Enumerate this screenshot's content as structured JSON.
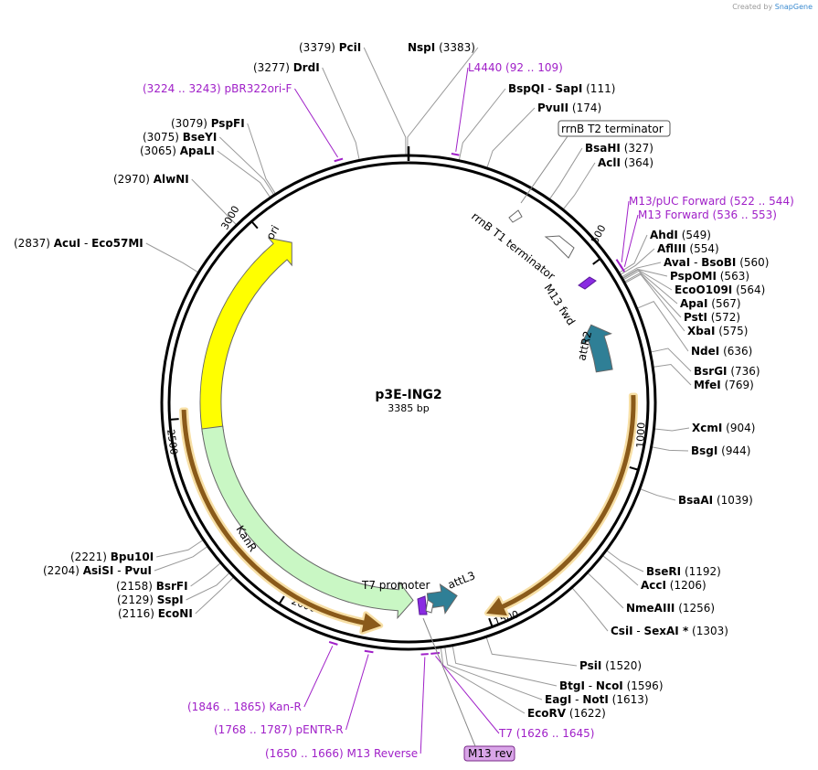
{
  "credit": {
    "prefix": "Created by",
    "brand": "SnapGene"
  },
  "plasmid": {
    "name": "p3E-ING2",
    "size_label": "3385 bp",
    "length": 3385
  },
  "ticks": [
    {
      "pos": 500,
      "label": "500"
    },
    {
      "pos": 1000,
      "label": "1000"
    },
    {
      "pos": 1500,
      "label": "1500"
    },
    {
      "pos": 2000,
      "label": "2000"
    },
    {
      "pos": 2500,
      "label": "2500"
    },
    {
      "pos": 3000,
      "label": "3000"
    }
  ],
  "sites": [
    {
      "pos": 3383,
      "parts": [
        {
          "t": "NspI",
          "b": true
        },
        {
          "t": "  (3383)",
          "b": false
        }
      ]
    },
    {
      "pos": 3379,
      "parts": [
        {
          "t": "(3379)  ",
          "b": false
        },
        {
          "t": "PciI",
          "b": true
        }
      ]
    },
    {
      "pos": 3277,
      "parts": [
        {
          "t": "(3277)  ",
          "b": false
        },
        {
          "t": "DrdI",
          "b": true
        }
      ]
    },
    {
      "pos": 111,
      "parts": [
        {
          "t": "BspQI",
          "b": true
        },
        {
          "t": "  -  ",
          "b": false
        },
        {
          "t": "SapI",
          "b": true
        },
        {
          "t": "  (111)",
          "b": false
        }
      ]
    },
    {
      "pos": 174,
      "parts": [
        {
          "t": "PvuII",
          "b": true
        },
        {
          "t": "  (174)",
          "b": false
        }
      ]
    },
    {
      "pos": 327,
      "parts": [
        {
          "t": "BsaHI",
          "b": true
        },
        {
          "t": "  (327)",
          "b": false
        }
      ]
    },
    {
      "pos": 364,
      "parts": [
        {
          "t": "AclI",
          "b": true
        },
        {
          "t": "  (364)",
          "b": false
        }
      ]
    },
    {
      "pos": 549,
      "parts": [
        {
          "t": "AhdI",
          "b": true
        },
        {
          "t": "  (549)",
          "b": false
        }
      ]
    },
    {
      "pos": 554,
      "parts": [
        {
          "t": "AflIII",
          "b": true
        },
        {
          "t": "  (554)",
          "b": false
        }
      ]
    },
    {
      "pos": 560,
      "parts": [
        {
          "t": "AvaI",
          "b": true
        },
        {
          "t": "  -  ",
          "b": false
        },
        {
          "t": "BsoBI",
          "b": true
        },
        {
          "t": "  (560)",
          "b": false
        }
      ]
    },
    {
      "pos": 563,
      "parts": [
        {
          "t": "PspOMI",
          "b": true
        },
        {
          "t": "  (563)",
          "b": false
        }
      ]
    },
    {
      "pos": 564,
      "parts": [
        {
          "t": "EcoO109I",
          "b": true
        },
        {
          "t": "  (564)",
          "b": false
        }
      ]
    },
    {
      "pos": 567,
      "parts": [
        {
          "t": "ApaI",
          "b": true
        },
        {
          "t": "  (567)",
          "b": false
        }
      ]
    },
    {
      "pos": 572,
      "parts": [
        {
          "t": "PstI",
          "b": true
        },
        {
          "t": "  (572)",
          "b": false
        }
      ]
    },
    {
      "pos": 575,
      "parts": [
        {
          "t": "XbaI",
          "b": true
        },
        {
          "t": "  (575)",
          "b": false
        }
      ]
    },
    {
      "pos": 636,
      "parts": [
        {
          "t": "NdeI",
          "b": true
        },
        {
          "t": "  (636)",
          "b": false
        }
      ]
    },
    {
      "pos": 736,
      "parts": [
        {
          "t": "BsrGI",
          "b": true
        },
        {
          "t": "  (736)",
          "b": false
        }
      ]
    },
    {
      "pos": 769,
      "parts": [
        {
          "t": "MfeI",
          "b": true
        },
        {
          "t": "  (769)",
          "b": false
        }
      ]
    },
    {
      "pos": 904,
      "parts": [
        {
          "t": "XcmI",
          "b": true
        },
        {
          "t": "  (904)",
          "b": false
        }
      ]
    },
    {
      "pos": 944,
      "parts": [
        {
          "t": "BsgI",
          "b": true
        },
        {
          "t": "  (944)",
          "b": false
        }
      ]
    },
    {
      "pos": 1039,
      "parts": [
        {
          "t": "BsaAI",
          "b": true
        },
        {
          "t": "  (1039)",
          "b": false
        }
      ]
    },
    {
      "pos": 1192,
      "parts": [
        {
          "t": "BseRI",
          "b": true
        },
        {
          "t": "  (1192)",
          "b": false
        }
      ]
    },
    {
      "pos": 1206,
      "parts": [
        {
          "t": "AccI",
          "b": true
        },
        {
          "t": "  (1206)",
          "b": false
        }
      ]
    },
    {
      "pos": 1256,
      "parts": [
        {
          "t": "NmeAIII",
          "b": true
        },
        {
          "t": "  (1256)",
          "b": false
        }
      ]
    },
    {
      "pos": 1303,
      "parts": [
        {
          "t": "CsiI",
          "b": true
        },
        {
          "t": "  -  ",
          "b": false
        },
        {
          "t": "SexAI *",
          "b": true
        },
        {
          "t": "  (1303)",
          "b": false
        }
      ]
    },
    {
      "pos": 1520,
      "parts": [
        {
          "t": "PsiI",
          "b": true
        },
        {
          "t": "  (1520)",
          "b": false
        }
      ]
    },
    {
      "pos": 1596,
      "parts": [
        {
          "t": "BtgI",
          "b": true
        },
        {
          "t": "  -  ",
          "b": false
        },
        {
          "t": "NcoI",
          "b": true
        },
        {
          "t": "  (1596)",
          "b": false
        }
      ]
    },
    {
      "pos": 1613,
      "parts": [
        {
          "t": "EagI",
          "b": true
        },
        {
          "t": "  -  ",
          "b": false
        },
        {
          "t": "NotI",
          "b": true
        },
        {
          "t": "  (1613)",
          "b": false
        }
      ]
    },
    {
      "pos": 1622,
      "parts": [
        {
          "t": "EcoRV",
          "b": true
        },
        {
          "t": "  (1622)",
          "b": false
        }
      ]
    },
    {
      "pos": 2116,
      "parts": [
        {
          "t": "(2116)  ",
          "b": false
        },
        {
          "t": "EcoNI",
          "b": true
        }
      ]
    },
    {
      "pos": 2129,
      "parts": [
        {
          "t": "(2129)  ",
          "b": false
        },
        {
          "t": "SspI",
          "b": true
        }
      ]
    },
    {
      "pos": 2158,
      "parts": [
        {
          "t": "(2158)  ",
          "b": false
        },
        {
          "t": "BsrFI",
          "b": true
        }
      ]
    },
    {
      "pos": 2204,
      "parts": [
        {
          "t": "(2204)  ",
          "b": false
        },
        {
          "t": "AsiSI",
          "b": true
        },
        {
          "t": "  -  ",
          "b": false
        },
        {
          "t": "PvuI",
          "b": true
        }
      ]
    },
    {
      "pos": 2221,
      "parts": [
        {
          "t": "(2221)  ",
          "b": false
        },
        {
          "t": "Bpu10I",
          "b": true
        }
      ]
    },
    {
      "pos": 2837,
      "parts": [
        {
          "t": "(2837)  ",
          "b": false
        },
        {
          "t": "AcuI",
          "b": true
        },
        {
          "t": "  -  ",
          "b": false
        },
        {
          "t": "Eco57MI",
          "b": true
        }
      ]
    },
    {
      "pos": 2970,
      "parts": [
        {
          "t": "(2970)  ",
          "b": false
        },
        {
          "t": "AlwNI",
          "b": true
        }
      ]
    },
    {
      "pos": 3065,
      "parts": [
        {
          "t": "(3065)  ",
          "b": false
        },
        {
          "t": "ApaLI",
          "b": true
        }
      ]
    },
    {
      "pos": 3075,
      "parts": [
        {
          "t": "(3075)  ",
          "b": false
        },
        {
          "t": "BseYI",
          "b": true
        }
      ]
    },
    {
      "pos": 3079,
      "parts": [
        {
          "t": "(3079)  ",
          "b": false
        },
        {
          "t": "PspFI",
          "b": true
        }
      ]
    }
  ],
  "primers": [
    {
      "start": 92,
      "end": 109,
      "text": "L4440    (92 .. 109)"
    },
    {
      "start": 522,
      "end": 544,
      "text": "M13/pUC Forward    (522 .. 544)"
    },
    {
      "start": 536,
      "end": 553,
      "text": "M13 Forward    (536 .. 553)"
    },
    {
      "start": 1626,
      "end": 1645,
      "text": "T7    (1626 .. 1645)"
    },
    {
      "start": 1650,
      "end": 1666,
      "text": "(1650 .. 1666)    M13 Reverse"
    },
    {
      "start": 1768,
      "end": 1787,
      "text": "(1768 .. 1787)    pENTR-R"
    },
    {
      "start": 1846,
      "end": 1865,
      "text": "(1846 .. 1865)    Kan-R"
    },
    {
      "start": 3224,
      "end": 3243,
      "text": "(3224 .. 3243)    pBR322ori-F"
    }
  ],
  "features": [
    {
      "name": "ori",
      "start": 2456,
      "end": 3045,
      "dir": 1,
      "color": "#ffff00",
      "label": "ori"
    },
    {
      "name": "kanr",
      "start": 1680,
      "end": 2470,
      "dir": -1,
      "color": "#c9f7c4",
      "label": "KanR"
    },
    {
      "name": "attr2",
      "start": 630,
      "end": 760,
      "dir": -1,
      "color": "#2f7f96",
      "label": "attR2"
    },
    {
      "name": "attl3",
      "start": 1560,
      "end": 1640,
      "dir": -1,
      "color": "#2f7f96",
      "label": "attL3"
    },
    {
      "name": "ing2-orf",
      "start": 830,
      "end": 1500,
      "dir": 1,
      "color": "#e8a13b",
      "label": ""
    },
    {
      "name": "kan-orf",
      "start": 1760,
      "end": 2520,
      "dir": -1,
      "color": "#e8a13b",
      "label": ""
    }
  ],
  "inner_labels": {
    "rrnb_t2": "rrnB T2 terminator",
    "rrnb_t1": "rrnB T1 terminator",
    "m13_fwd": "M13 fwd",
    "t7_promoter": "T7 promoter",
    "m13_rev": "M13 rev"
  },
  "colors": {
    "primer": "#a020c8",
    "backbone": "#000000",
    "leader": "#888888"
  }
}
